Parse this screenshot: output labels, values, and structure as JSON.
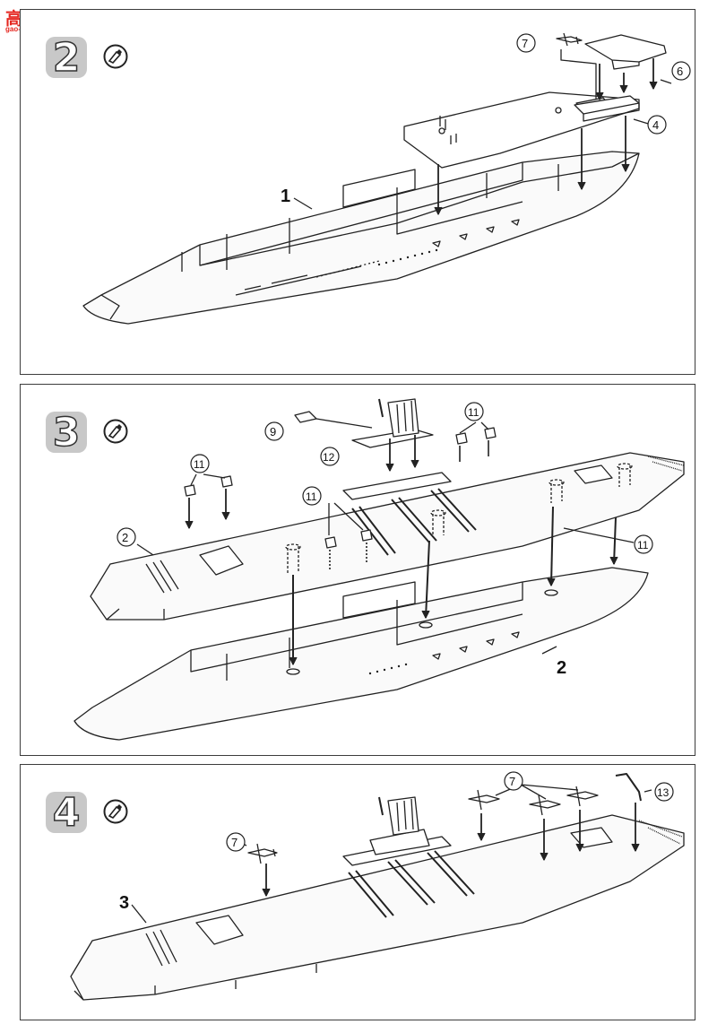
{
  "logo": {
    "main": "高手网",
    "sub": "gao-shou.com"
  },
  "steps": [
    {
      "number": "2",
      "labels": {
        "ship_part": "1",
        "p7": "7",
        "p6": "6",
        "p4": "4"
      }
    },
    {
      "number": "3",
      "labels": {
        "p9": "9",
        "p12": "12",
        "p11a": "11",
        "p11b": "11",
        "p11c": "11",
        "p11d": "11",
        "p2a": "2",
        "p2b": "2"
      }
    },
    {
      "number": "4",
      "labels": {
        "ship_part": "3",
        "p7a": "7",
        "p7b": "7",
        "p13": "13"
      }
    }
  ],
  "icons": {
    "glue": "glue-tube-icon"
  }
}
